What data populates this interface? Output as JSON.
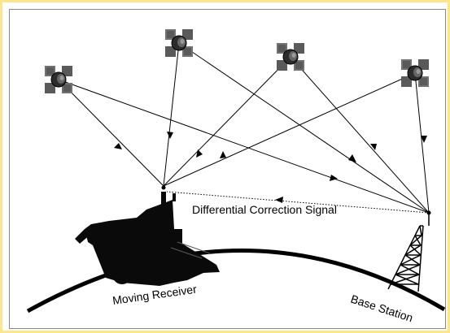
{
  "diagram": {
    "signal_label": "Differential Correction Signal",
    "receiver_label": "Moving Receiver",
    "base_label": "Base Station"
  },
  "colors": {
    "border": "#ffe68a",
    "satellite_panel": "#5a5a5a",
    "satellite_body": "#2c2c2c",
    "ink": "#000000"
  },
  "icons": {
    "satellite": "satellite-icon",
    "harvester": "combine-harvester-icon",
    "tower": "radio-tower-icon"
  }
}
